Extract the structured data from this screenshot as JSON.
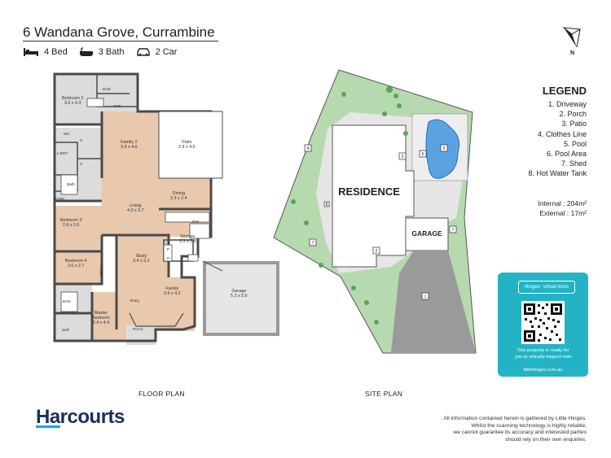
{
  "header": {
    "address": "6 Wandana Grove, Currambine",
    "beds": "4 Bed",
    "baths": "3 Bath",
    "cars": "2 Car",
    "north_label": "N"
  },
  "legend": {
    "title": "LEGEND",
    "items": [
      "1. Driveway",
      "2. Porch",
      "3. Patio",
      "4. Clothes Line",
      "5. Pool",
      "6. Pool Area",
      "7. Shed",
      "8. Hot Water Tank"
    ]
  },
  "areas": {
    "internal": "Internal  : 204m²",
    "external": "External  :  17m²"
  },
  "floor_plan": {
    "caption": "FLOOR PLAN",
    "rooms": {
      "bedroom2": [
        "Bedroom 2",
        "3.6 x 4.3"
      ],
      "ens_top": "ENS",
      "wir_top": "WIR",
      "family2": [
        "Family 2",
        "3.9 x 4.6"
      ],
      "patio": [
        "Patio",
        "3.8 x 4.5"
      ],
      "wc": "WC",
      "ldry": "L'DRY",
      "c1": "C",
      "c2": "C",
      "bath": "Bath",
      "robe1": "ROBE",
      "dining": [
        "Dining",
        "3.3 x 2.4"
      ],
      "living": [
        "Living",
        "4.3 x 3.7"
      ],
      "dw": "DW",
      "bedroom3": [
        "Bedroom 3",
        "2.6 x 3.6"
      ],
      "kitchen": [
        "Kitchen",
        "3.3 x 3.8"
      ],
      "study": [
        "Study",
        "3.4 x 3.2"
      ],
      "p1": "P",
      "p2": "P",
      "bedroom4": [
        "Bedroom 4",
        "3.6 x 2.7"
      ],
      "robe2": "ROBE",
      "family": [
        "Family",
        "3.9 x 4.2"
      ],
      "garage": [
        "Garage",
        "5.3 x 5.6"
      ],
      "ens_bottom": "ENS",
      "entry": "Entry",
      "master": [
        "Master",
        "Bedroom",
        "3.4 x 4.4"
      ],
      "wir_bottom": "WIR",
      "porch": "Porch"
    }
  },
  "site_plan": {
    "caption": "SITE PLAN",
    "residence": "RESIDENCE",
    "garage": "GARAGE",
    "markers": [
      "1",
      "2",
      "3",
      "4",
      "5",
      "6",
      "7",
      "7",
      "8"
    ]
  },
  "virtual_tour": {
    "brand_left": "Hinges",
    "brand_right": "virtual tours",
    "text_line1": "This property is ready for",
    "text_line2": "you to virtually inspect now",
    "url": "littlehinges.com.au"
  },
  "footer": {
    "brand": "Harcourts",
    "disclaimer": [
      "All information contained herein is gathered by Little Hinges.",
      "Whilst the scanning technology is highly reliable,",
      "we cannot guarantee its accuracy and interested parties",
      "should rely on their own enquiries."
    ]
  },
  "colors": {
    "wall": "#4a4a4a",
    "floor_wood": "#e8c9ae",
    "floor_grey": "#dcdcdc",
    "lawn": "#b7d9b0",
    "shrub": "#5aa35f",
    "concrete": "#e6e6e6",
    "driveway": "#9a9a9a",
    "pool": "#5aa3e0",
    "brand_navy": "#1a2f5c",
    "brand_cyan": "#00adef",
    "tour_teal": "#24b3c4"
  }
}
